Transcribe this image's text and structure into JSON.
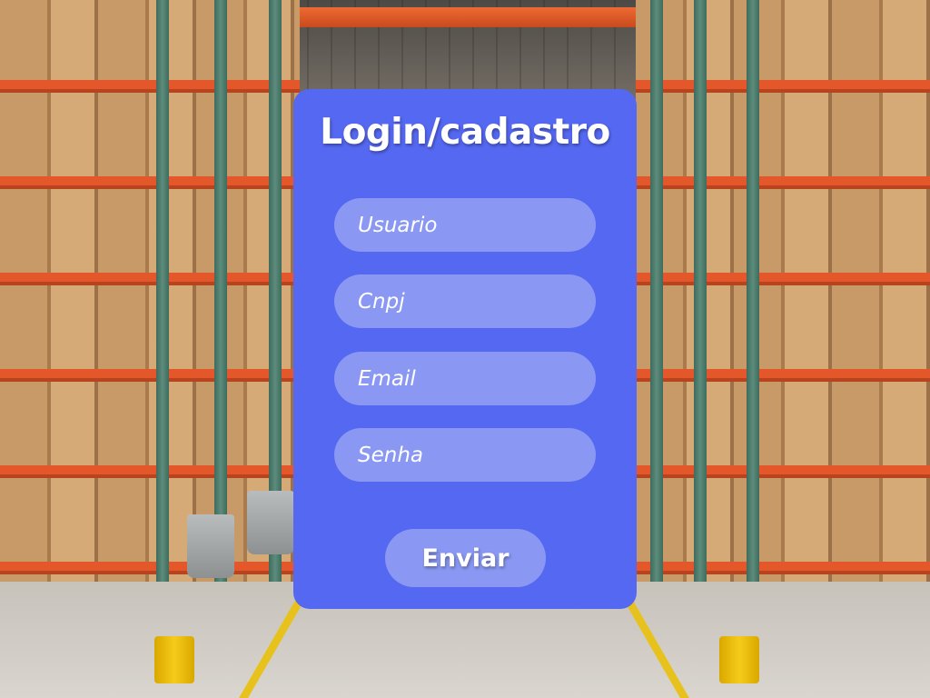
{
  "theme": {
    "card_color": "#5568f2",
    "field_color": "#8a98f3",
    "text_color": "#ffffff"
  },
  "background": {
    "description_icon": "warehouse-shelving-image"
  },
  "form": {
    "title": "Login/cadastro",
    "fields": {
      "usuario": {
        "placeholder": "Usuario",
        "value": ""
      },
      "cnpj": {
        "placeholder": "Cnpj",
        "value": ""
      },
      "email": {
        "placeholder": "Email",
        "value": ""
      },
      "senha": {
        "placeholder": "Senha",
        "value": ""
      }
    },
    "submit_label": "Enviar"
  }
}
